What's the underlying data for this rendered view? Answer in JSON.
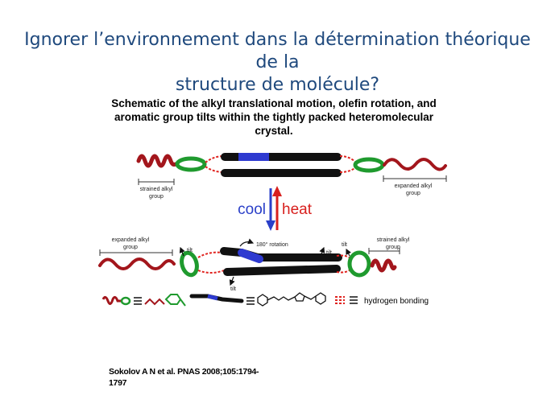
{
  "slide": {
    "title_line1": "Ignorer l’environnement dans la détermination théorique de la",
    "title_line2": "structure de molécule?"
  },
  "figure": {
    "caption_line1": "Schematic of the alkyl translational motion, olefin rotation, and",
    "caption_line2": "aromatic group tilts within the tightly packed heteromolecular",
    "caption_line3": "crystal.",
    "top_left_label_1": "strained alkyl",
    "top_left_label_2": "group",
    "top_right_label_1": "expanded alkyl",
    "top_right_label_2": "group",
    "cool_label": "cool",
    "heat_label": "heat",
    "bottom_left_label_1": "expanded alkyl",
    "bottom_left_label_2": "group",
    "bottom_right_label_1": "strained alkyl",
    "bottom_right_label_2": "group",
    "rotation_label": "180° rotation",
    "tilt_label": "tilt",
    "legend_hbond": "hydrogen bonding",
    "colors": {
      "alkyl": "#a3161c",
      "ring": "#1f9a2e",
      "core": "#111111",
      "olefin": "#2e3ad0",
      "cool": "#2a3fc8",
      "heat": "#d8201e",
      "hbond": "#e0231f"
    }
  },
  "citation": {
    "line1": "Sokolov A N et al. PNAS 2008;105:1794-",
    "line2": "1797"
  }
}
